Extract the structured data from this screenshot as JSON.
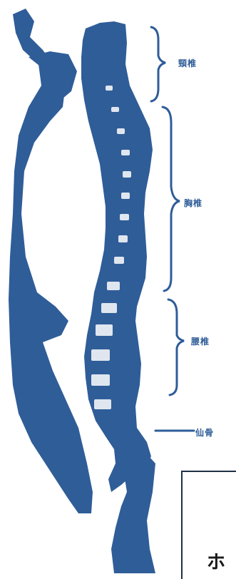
{
  "labels": {
    "cervical": "頸椎",
    "thoracic": "胸椎",
    "lumbar": "腰椎",
    "sacrum": "仙骨"
  },
  "corner_box": {
    "text": "ホ"
  },
  "colors": {
    "body": "#2f5d98",
    "vertebra_light": "#ffffff",
    "bracket": "#2f5d98",
    "box_border": "#1e2f45"
  }
}
